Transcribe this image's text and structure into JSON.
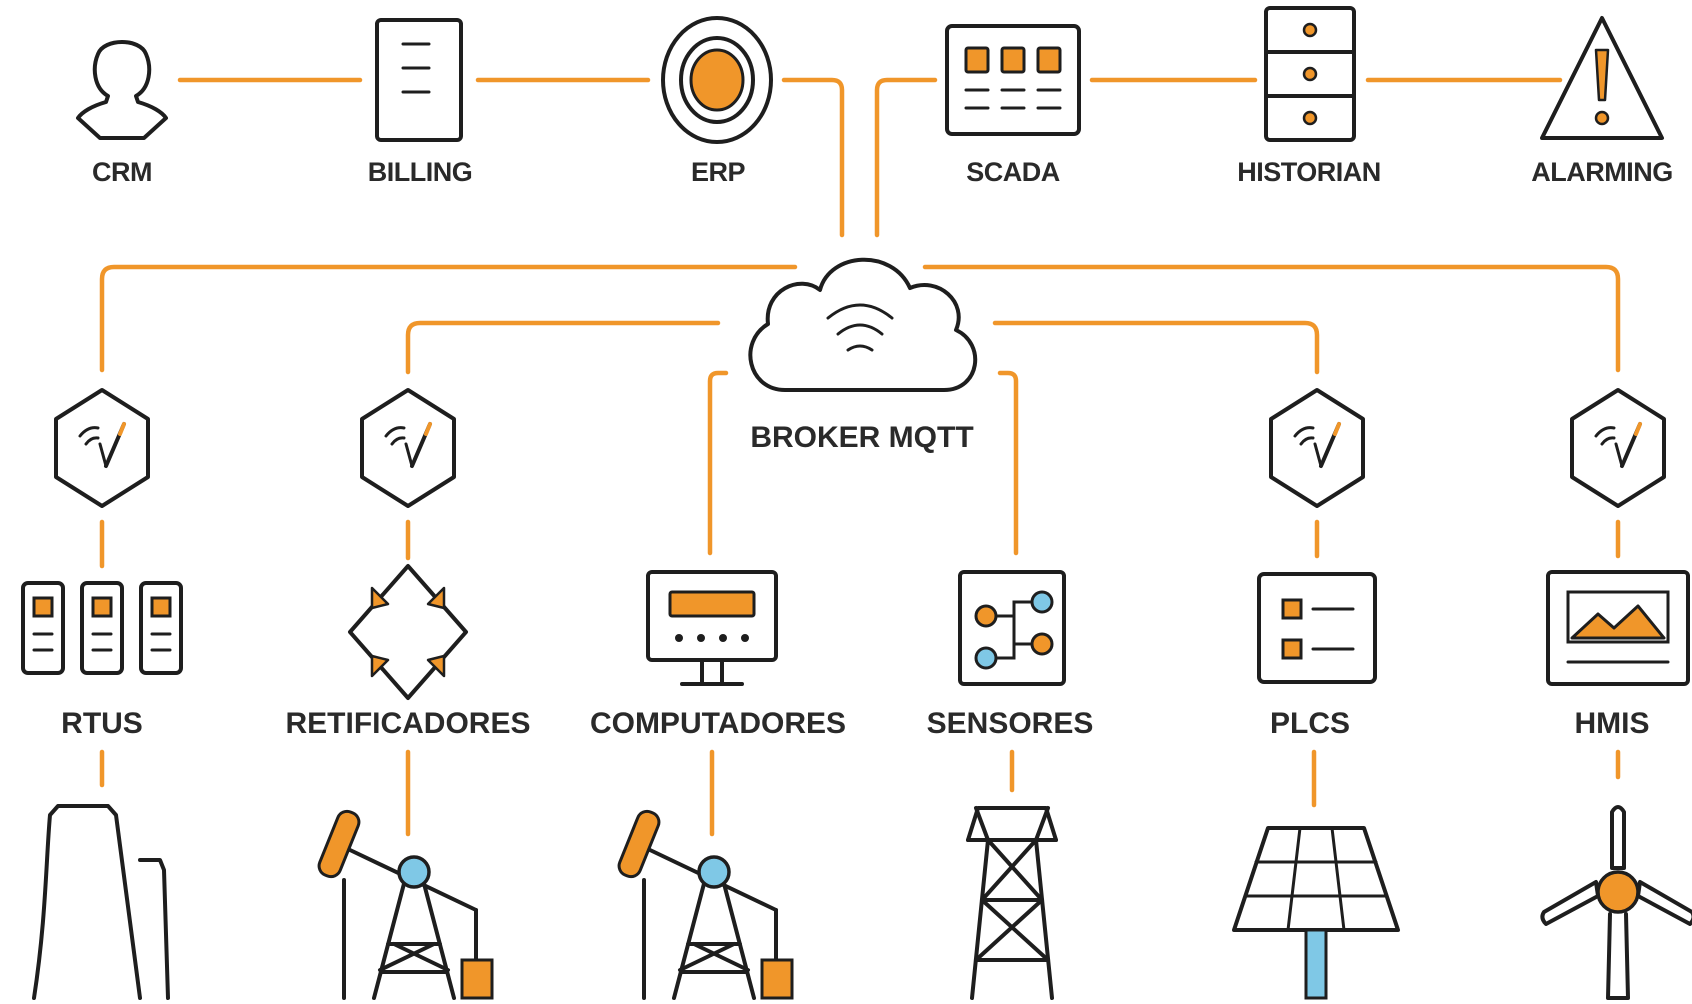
{
  "colors": {
    "accent": "#F0962A",
    "ink": "#1E1E1E",
    "blue": "#7FC8E6"
  },
  "top_systems": [
    {
      "label": "CRM",
      "icon": "user-icon"
    },
    {
      "label": "BILLING",
      "icon": "document-icon"
    },
    {
      "label": "ERP",
      "icon": "target-icon"
    },
    {
      "label": "SCADA",
      "icon": "dashboard-icon"
    },
    {
      "label": "HISTORIAN",
      "icon": "server-rack-icon"
    },
    {
      "label": "ALARMING",
      "icon": "warning-icon"
    }
  ],
  "broker": {
    "label": "BROKER MQTT",
    "icon": "cloud-wifi-icon"
  },
  "devices": [
    {
      "label": "RTUS",
      "icon": "rtu-icon"
    },
    {
      "label": "RETIFICADORES",
      "icon": "rectifier-icon"
    },
    {
      "label": "COMPUTADORES",
      "icon": "computer-icon"
    },
    {
      "label": "SENSORES",
      "icon": "sensor-icon"
    },
    {
      "label": "PLCS",
      "icon": "plc-icon"
    },
    {
      "label": "HMIS",
      "icon": "hmi-icon"
    }
  ],
  "gateways": [
    {
      "icon": "gateway-icon"
    },
    {
      "icon": "gateway-icon"
    },
    {
      "icon": "gateway-icon"
    },
    {
      "icon": "gateway-icon"
    }
  ],
  "assets": [
    {
      "icon": "cooling-tower-icon"
    },
    {
      "icon": "pumpjack-icon"
    },
    {
      "icon": "pumpjack-icon"
    },
    {
      "icon": "power-pylon-icon"
    },
    {
      "icon": "solar-panel-icon"
    },
    {
      "icon": "wind-turbine-icon"
    }
  ]
}
